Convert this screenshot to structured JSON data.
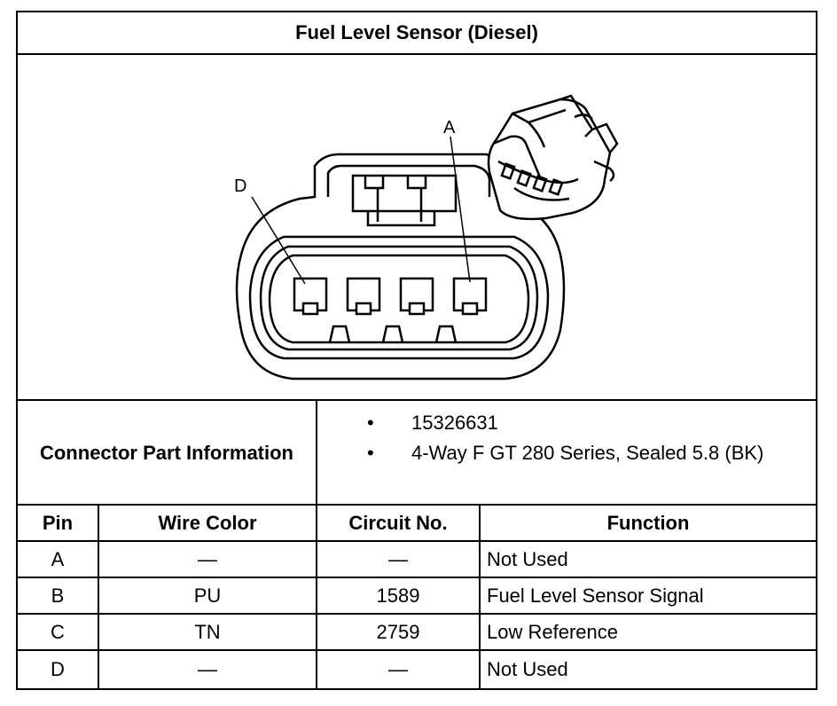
{
  "title": "Fuel Level Sensor (Diesel)",
  "diagram": {
    "pin_labels": [
      "A",
      "D"
    ]
  },
  "connector_part_info": {
    "label": "Connector Part Information",
    "items": [
      "15326631",
      "4-Way F GT 280 Series, Sealed 5.8 (BK)"
    ],
    "bullet": "•"
  },
  "table": {
    "headers": [
      "Pin",
      "Wire Color",
      "Circuit No.",
      "Function"
    ],
    "rows": [
      [
        "A",
        "—",
        "—",
        "Not Used"
      ],
      [
        "B",
        "PU",
        "1589",
        "Fuel Level Sensor Signal"
      ],
      [
        "C",
        "TN",
        "2759",
        "Low Reference"
      ],
      [
        "D",
        "—",
        "—",
        "Not Used"
      ]
    ]
  }
}
